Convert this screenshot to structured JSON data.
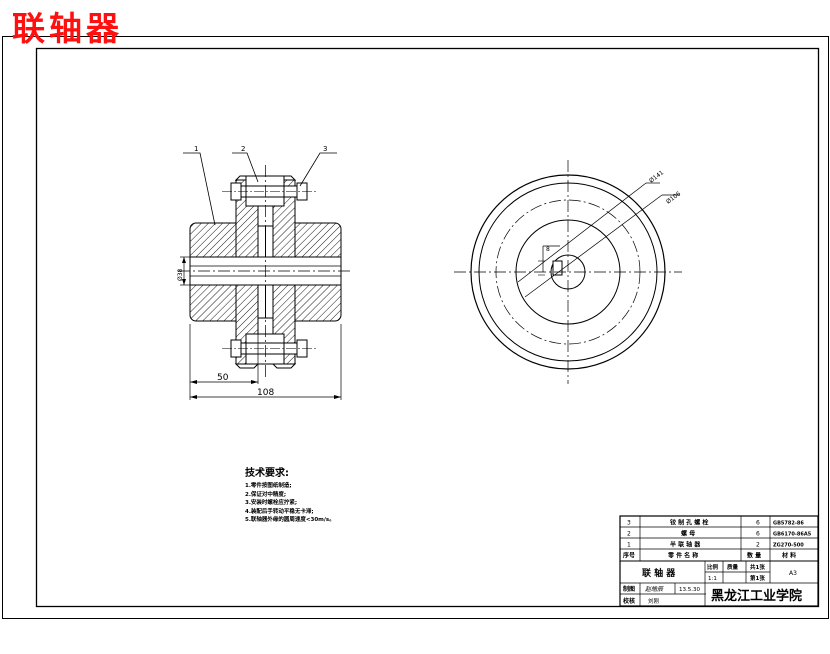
{
  "heading": "联轴器",
  "part_labels": [
    "1",
    "2",
    "3"
  ],
  "dimensions": {
    "overall_length": "108",
    "hub_length": "50",
    "bore_dia": "Ø38",
    "outer_dia": "Ø141",
    "flange_dia": "Ø106",
    "key_width": "8"
  },
  "tech_requirements": {
    "title": "技术要求:",
    "items": [
      "1.零件按图纸制造;",
      "2.保证对中精度;",
      "3.安装时螺栓应拧紧;",
      "4.装配后手转动平稳无卡滞;",
      "5.联轴器外缘的圆周速度<30m/s。"
    ]
  },
  "parts_list": {
    "rows": [
      {
        "no": "3",
        "name": "铰 制 孔 螺 栓",
        "qty": "6",
        "material": "GB5782-86"
      },
      {
        "no": "2",
        "name": "螺 母",
        "qty": "6",
        "material": "GB6170-86A5"
      },
      {
        "no": "1",
        "name": "半 联 轴 器",
        "qty": "2",
        "material": "ZG270-500"
      }
    ],
    "header": {
      "no": "序号",
      "name": "零 件 名 称",
      "qty": "数 量",
      "material": "材 料"
    }
  },
  "title_block": {
    "drawing_name": "联 轴 器",
    "scale_label": "比例",
    "scale": "1:1",
    "mass_label": "质量",
    "sheets": "共1张",
    "sheet": "第1张",
    "size": "A3",
    "drawn_label": "制图",
    "drawn_by": "赵皓辰",
    "date": "13.5.30",
    "checked_label": "校核",
    "checked_by": "刘刚",
    "school": "黑龙江工业学院"
  }
}
